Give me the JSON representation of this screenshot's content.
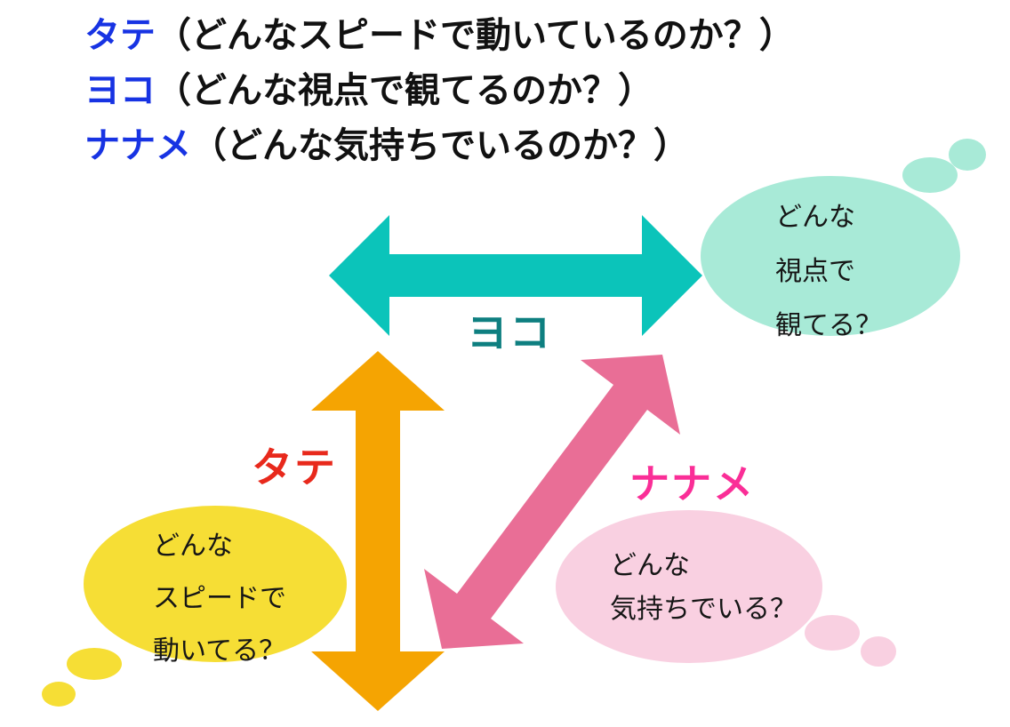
{
  "legend": {
    "keyword_color": "#1733e3",
    "text_color": "#111111",
    "rows": [
      {
        "keyword": "タテ",
        "description": "（どんなスピードで動いているのか？）"
      },
      {
        "keyword": "ヨコ",
        "description": "（どんな視点で観てるのか？）"
      },
      {
        "keyword": "ナナメ",
        "description": "（どんな気持ちでいるのか？）"
      }
    ]
  },
  "diagram": {
    "arrows": {
      "yoko": {
        "label": "ヨコ",
        "direction": "horizontal",
        "fill": "#0bc4ba",
        "label_color": "#0e7f80"
      },
      "tate": {
        "label": "タテ",
        "direction": "vertical",
        "fill": "#f5a402",
        "label_color": "#e8291c"
      },
      "naname": {
        "label": "ナナメ",
        "direction": "diagonal",
        "fill": "#e96e96",
        "label_color": "#fa2e97"
      }
    },
    "bubbles": {
      "yoko": {
        "fill": "#a8ead7",
        "lines": [
          "どんな",
          "視点で",
          "観てる？"
        ]
      },
      "tate": {
        "fill": "#f6de35",
        "lines": [
          "どんな",
          "スピードで",
          "動いてる？"
        ]
      },
      "naname": {
        "fill": "#f9d0e1",
        "lines": [
          "どんな",
          "気持ちでいる？"
        ]
      }
    },
    "bubble_text_color": "#161616"
  }
}
